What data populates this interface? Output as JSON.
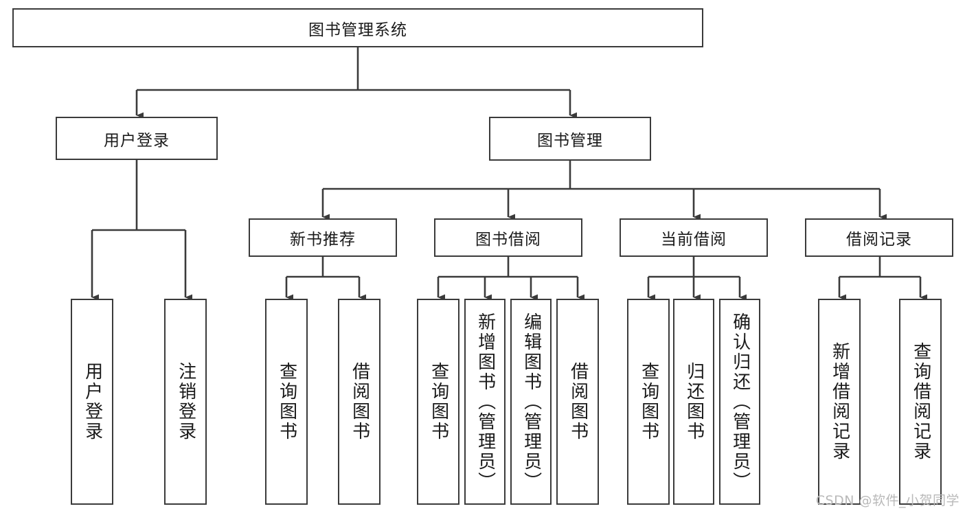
{
  "diagram": {
    "title": "图书管理系统",
    "type": "tree-hierarchy-diagram",
    "watermark": "CSDN @软件_小贺同学",
    "colors": {
      "box_border": "#3a3a3a",
      "box_fill": "#ffffff",
      "line": "#3a3a3a",
      "text": "#1a1a1a",
      "watermark": "#b9b9b9",
      "background": "#ffffff"
    },
    "root": {
      "label": "图书管理系统"
    },
    "level2": [
      {
        "id": "user-login",
        "label": "用户登录"
      },
      {
        "id": "book-manage",
        "label": "图书管理"
      }
    ],
    "level3": [
      {
        "id": "new-book-recommend",
        "label": "新书推荐"
      },
      {
        "id": "book-borrow",
        "label": "图书借阅"
      },
      {
        "id": "current-borrow",
        "label": "当前借阅"
      },
      {
        "id": "borrow-record",
        "label": "借阅记录"
      }
    ],
    "leaves": {
      "user-login": [
        {
          "id": "leaf-user-login",
          "label": "用户登录"
        },
        {
          "id": "leaf-logout-login",
          "label": "注销登录"
        }
      ],
      "new-book-recommend": [
        {
          "id": "leaf-query-book-1",
          "label": "查询图书"
        },
        {
          "id": "leaf-borrow-book-1",
          "label": "借阅图书"
        }
      ],
      "book-borrow": [
        {
          "id": "leaf-query-book-2",
          "label": "查询图书"
        },
        {
          "id": "leaf-add-book",
          "label": "新增图书（管理员）"
        },
        {
          "id": "leaf-edit-book",
          "label": "编辑图书（管理员）"
        },
        {
          "id": "leaf-borrow-book-2",
          "label": "借阅图书"
        }
      ],
      "current-borrow": [
        {
          "id": "leaf-query-book-3",
          "label": "查询图书"
        },
        {
          "id": "leaf-return-book",
          "label": "归还图书"
        },
        {
          "id": "leaf-confirm-return",
          "label": "确认归还（管理员）"
        }
      ],
      "borrow-record": [
        {
          "id": "leaf-add-record",
          "label": "新增借阅记录"
        },
        {
          "id": "leaf-query-record",
          "label": "查询借阅记录"
        }
      ]
    }
  }
}
